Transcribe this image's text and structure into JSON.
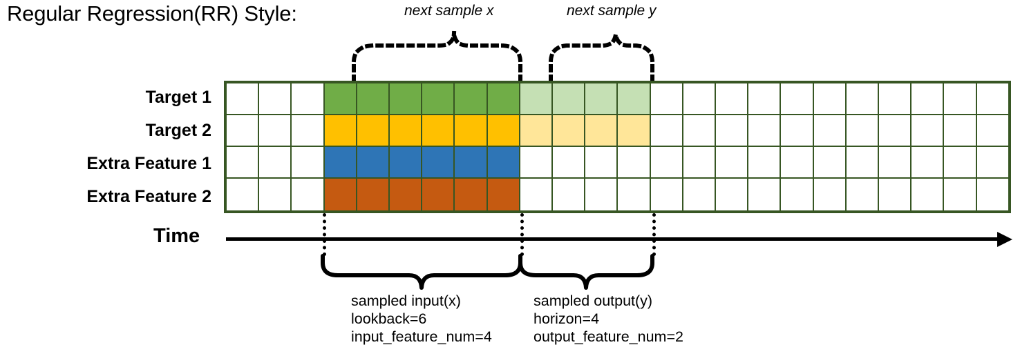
{
  "title": "Regular Regression(RR) Style:",
  "rows": [
    {
      "label": "Target 1",
      "name": "target-1"
    },
    {
      "label": "Target 2",
      "name": "target-2"
    },
    {
      "label": "Extra Feature 1",
      "name": "extra-feature-1"
    },
    {
      "label": "Extra Feature 2",
      "name": "extra-feature-2"
    }
  ],
  "axis": {
    "label": "Time",
    "direction": "right",
    "arrow_icon": "arrow-right-icon"
  },
  "annotations": {
    "top_left_label": "next sample x",
    "top_right_label": "next sample y",
    "input_caption": "sampled input(x)\nlookback=6\ninput_feature_num=4",
    "output_caption": "sampled output(y)\nhorizon=4\noutput_feature_num=2",
    "input_caption_lines": [
      "sampled input(x)",
      "lookback=6",
      "input_feature_num=4"
    ],
    "output_caption_lines": [
      "sampled output(y)",
      "horizon=4",
      "output_feature_num=2"
    ]
  },
  "colors": {
    "grid_border": "#375623",
    "empty": "#ffffff",
    "target1_input": "#70AD47",
    "target1_output": "#C5E0B4",
    "target2_input": "#FFC000",
    "target2_output": "#FFE699",
    "extra1_input": "#2E75B6",
    "extra2_input": "#C55A11",
    "guide": "#000000"
  },
  "chart_data": {
    "type": "table",
    "title": "Regular Regression(RR) Style:",
    "columns_total": 24,
    "lookback": 6,
    "horizon": 4,
    "input_feature_num": 4,
    "output_feature_num": 2,
    "input_col_start": 4,
    "input_col_end": 9,
    "output_col_start": 10,
    "output_col_end": 13,
    "row_names": [
      "Target 1",
      "Target 2",
      "Extra Feature 1",
      "Extra Feature 2"
    ],
    "cells": [
      [
        "empty",
        "empty",
        "empty",
        "t1in",
        "t1in",
        "t1in",
        "t1in",
        "t1in",
        "t1in",
        "t1out",
        "t1out",
        "t1out",
        "t1out",
        "empty",
        "empty",
        "empty",
        "empty",
        "empty",
        "empty",
        "empty",
        "empty",
        "empty",
        "empty",
        "empty"
      ],
      [
        "empty",
        "empty",
        "empty",
        "t2in",
        "t2in",
        "t2in",
        "t2in",
        "t2in",
        "t2in",
        "t2out",
        "t2out",
        "t2out",
        "t2out",
        "empty",
        "empty",
        "empty",
        "empty",
        "empty",
        "empty",
        "empty",
        "empty",
        "empty",
        "empty",
        "empty"
      ],
      [
        "empty",
        "empty",
        "empty",
        "e1in",
        "e1in",
        "e1in",
        "e1in",
        "e1in",
        "e1in",
        "empty",
        "empty",
        "empty",
        "empty",
        "empty",
        "empty",
        "empty",
        "empty",
        "empty",
        "empty",
        "empty",
        "empty",
        "empty",
        "empty",
        "empty"
      ],
      [
        "empty",
        "empty",
        "empty",
        "e2in",
        "e2in",
        "e2in",
        "e2in",
        "e2in",
        "e2in",
        "empty",
        "empty",
        "empty",
        "empty",
        "empty",
        "empty",
        "empty",
        "empty",
        "empty",
        "empty",
        "empty",
        "empty",
        "empty",
        "empty",
        "empty"
      ]
    ],
    "legend": {
      "t1in": "#70AD47",
      "t1out": "#C5E0B4",
      "t2in": "#FFC000",
      "t2out": "#FFE699",
      "e1in": "#2E75B6",
      "e2in": "#C55A11",
      "empty": "#ffffff"
    }
  }
}
